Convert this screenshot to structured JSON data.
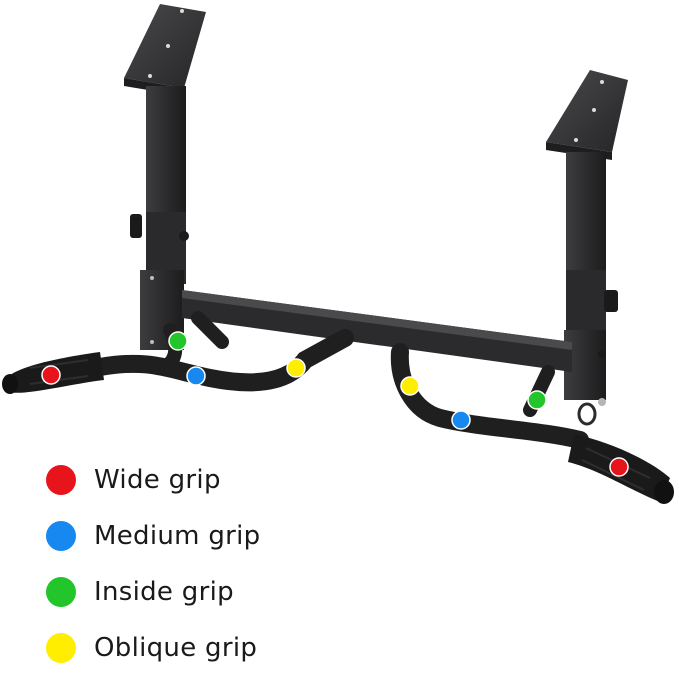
{
  "colors": {
    "frame": "#2c2c2e",
    "frame_light": "#4a4a4d",
    "frame_dark": "#1a1a1b",
    "grip_marker_wide": "#e8141b",
    "grip_marker_medium": "#1688f0",
    "grip_marker_inside": "#22c52a",
    "grip_marker_oblique": "#ffee00"
  },
  "legend": [
    {
      "label": "Wide grip",
      "color": "#e8141b"
    },
    {
      "label": "Medium grip",
      "color": "#1688f0"
    },
    {
      "label": "Inside grip",
      "color": "#22c52a"
    },
    {
      "label": "Oblique grip",
      "color": "#ffee00"
    }
  ]
}
